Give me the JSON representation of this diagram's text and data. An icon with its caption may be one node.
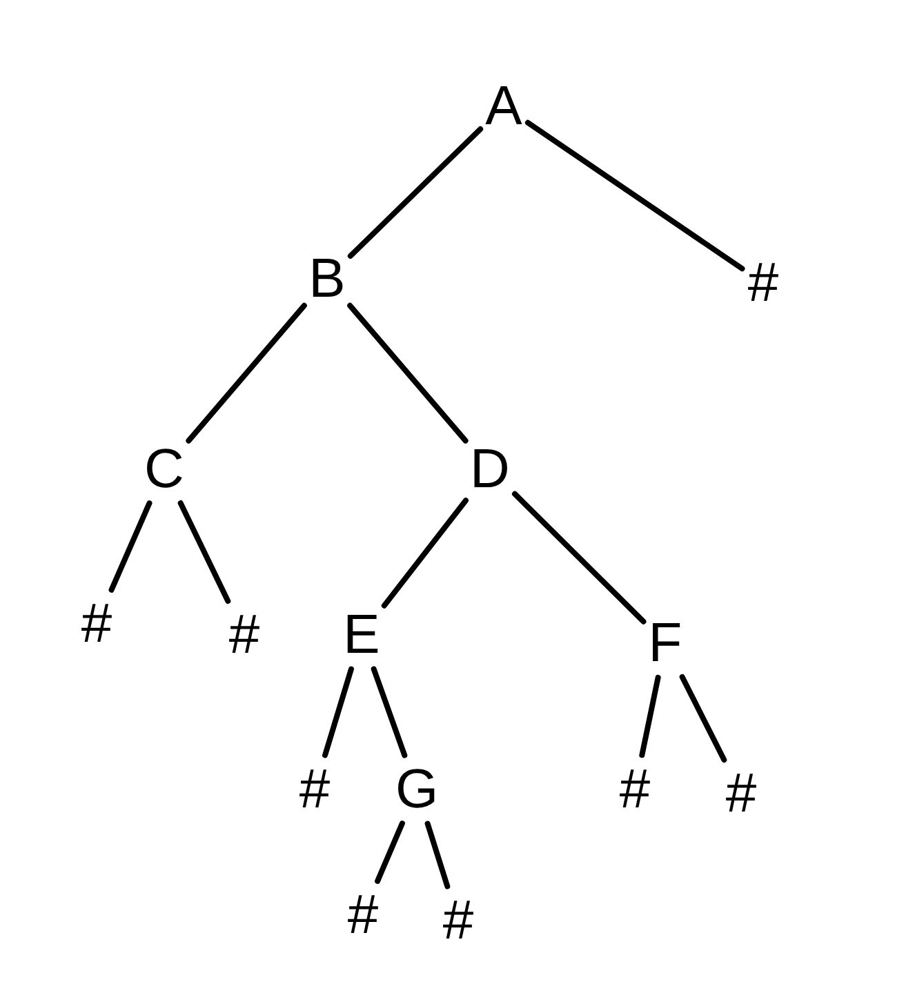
{
  "diagram": {
    "nodes": [
      {
        "text": [
          "A"
        ]
      },
      {
        "text": [
          "B"
        ]
      },
      {
        "text": [
          "#"
        ]
      },
      {
        "text": [
          "C"
        ]
      },
      {
        "text": [
          "D"
        ]
      },
      {
        "text": [
          "#"
        ]
      },
      {
        "text": [
          "#"
        ]
      },
      {
        "text": [
          "E"
        ]
      },
      {
        "text": [
          "F"
        ]
      },
      {
        "text": [
          "#"
        ]
      },
      {
        "text": [
          "G"
        ]
      },
      {
        "text": [
          "#"
        ]
      },
      {
        "text": [
          "#"
        ]
      },
      {
        "text": [
          "#"
        ]
      },
      {
        "text": [
          "#"
        ]
      }
    ],
    "edges": [
      {
        "from": 0,
        "to": 1,
        "arrow": "none"
      },
      {
        "from": 0,
        "to": 2,
        "arrow": "none"
      },
      {
        "from": 1,
        "to": 3,
        "arrow": "none"
      },
      {
        "from": 1,
        "to": 4,
        "arrow": "none"
      },
      {
        "from": 3,
        "to": 5,
        "arrow": "none"
      },
      {
        "from": 3,
        "to": 6,
        "arrow": "none"
      },
      {
        "from": 4,
        "to": 7,
        "arrow": "none"
      },
      {
        "from": 4,
        "to": 8,
        "arrow": "none"
      },
      {
        "from": 7,
        "to": 9,
        "arrow": "none"
      },
      {
        "from": 7,
        "to": 10,
        "arrow": "none"
      },
      {
        "from": 8,
        "to": 11,
        "arrow": "none"
      },
      {
        "from": 8,
        "to": 12,
        "arrow": "none"
      },
      {
        "from": 10,
        "to": 13,
        "arrow": "none"
      },
      {
        "from": 10,
        "to": 14,
        "arrow": "none"
      }
    ]
  }
}
